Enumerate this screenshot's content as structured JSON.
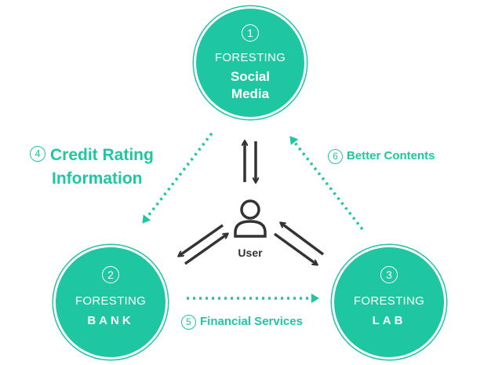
{
  "nodes": [
    {
      "number": "1",
      "line1": "FORESTING",
      "line2a": "Social",
      "line2b": "Media"
    },
    {
      "number": "2",
      "line1": "FORESTING",
      "line2": "BANK"
    },
    {
      "number": "3",
      "line1": "FORESTING",
      "line2": "LAB"
    }
  ],
  "center": {
    "label": "User",
    "icon": "user-icon"
  },
  "flows": [
    {
      "number": "4",
      "line1": "Credit Rating",
      "line2": "Information"
    },
    {
      "number": "5",
      "text": "Financial Services"
    },
    {
      "number": "6",
      "text": "Better Contents"
    }
  ],
  "colors": {
    "accent": "#1ec6a1",
    "arrow": "#333333",
    "background": "#ffffff"
  }
}
